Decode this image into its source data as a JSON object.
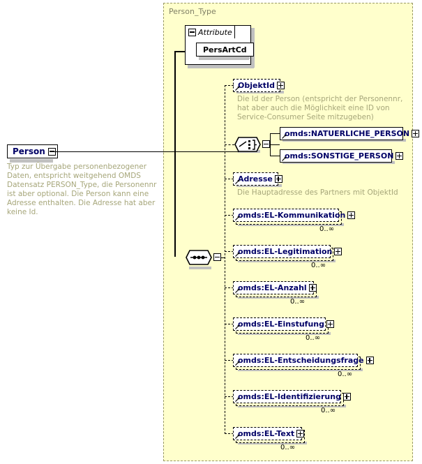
{
  "diagram": {
    "title": "Person_Type",
    "root": {
      "name": "Person",
      "expander": "minus-icon",
      "documentation": "Typ zur Übergabe personenbezogener Daten, entspricht weitgehend OMDS Datensatz PERSON_Type, die Personennr ist aber optional. Die Person kann eine Adresse enthalten. Die Adresse hat aber keine Id."
    },
    "attribute_group": {
      "label": "Attribute",
      "expander": "minus-icon",
      "items": [
        {
          "name": "PersArtCd"
        }
      ]
    },
    "compositors": {
      "choice": {
        "kind": "choice",
        "icon": "choice-compositor-icon",
        "expander": "minus-icon"
      },
      "sequence": {
        "kind": "sequence",
        "icon": "sequence-compositor-icon",
        "expander": "minus-icon"
      }
    },
    "elements": [
      {
        "name": "ObjektId",
        "expander": "plus-icon",
        "optional": true,
        "repeating": false,
        "cardinality": "",
        "documentation": "Die Id der Person (entspricht der Personennr, hat aber auch die Möglichkeit eine ID von Service-Consumer Seite mitzugeben)"
      },
      {
        "name": "omds:NATUERLICHE_PERSON",
        "expander": "plus-icon",
        "optional": false,
        "repeating": false,
        "cardinality": "",
        "documentation": ""
      },
      {
        "name": "omds:SONSTIGE_PERSON",
        "expander": "plus-icon",
        "optional": false,
        "repeating": false,
        "cardinality": "",
        "documentation": ""
      },
      {
        "name": "Adresse",
        "expander": "plus-icon",
        "optional": true,
        "repeating": false,
        "cardinality": "",
        "documentation": "Die Hauptadresse des Partners mit ObjektId"
      },
      {
        "name": "omds:EL-Kommunikation",
        "expander": "plus-icon",
        "optional": true,
        "repeating": true,
        "cardinality": "0..∞",
        "documentation": ""
      },
      {
        "name": "omds:EL-Legitimation",
        "expander": "plus-icon",
        "optional": true,
        "repeating": true,
        "cardinality": "0..∞",
        "documentation": ""
      },
      {
        "name": "omds:EL-Anzahl",
        "expander": "plus-icon",
        "optional": true,
        "repeating": true,
        "cardinality": "0..∞",
        "documentation": ""
      },
      {
        "name": "omds:EL-Einstufung",
        "expander": "plus-icon",
        "optional": true,
        "repeating": true,
        "cardinality": "0..∞",
        "documentation": ""
      },
      {
        "name": "omds:EL-Entscheidungsfrage",
        "expander": "plus-icon",
        "optional": true,
        "repeating": true,
        "cardinality": "0..∞",
        "documentation": ""
      },
      {
        "name": "omds:EL-Identifizierung",
        "expander": "plus-icon",
        "optional": true,
        "repeating": true,
        "cardinality": "0..∞",
        "documentation": ""
      },
      {
        "name": "omds:EL-Text",
        "expander": "plus-icon",
        "optional": true,
        "repeating": true,
        "cardinality": "0..∞",
        "documentation": ""
      }
    ],
    "colors": {
      "type_background": "#ffffcc",
      "type_border": "#999966",
      "element_label": "#000066",
      "documentation_text": "#a6a67a",
      "shadow": "#c0c0c0"
    }
  }
}
